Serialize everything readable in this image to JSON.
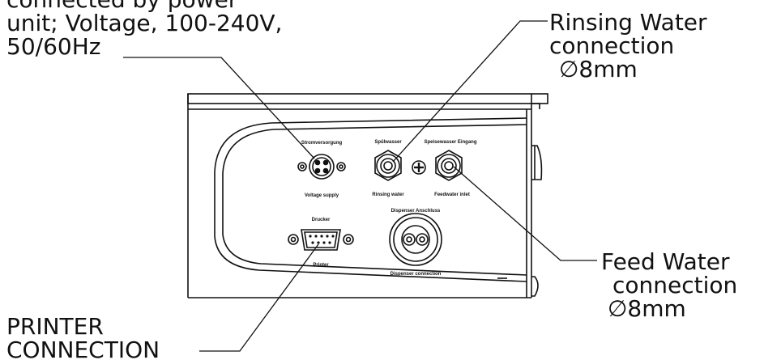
{
  "callouts": {
    "power": {
      "line1": "connected by power",
      "line2": "unit; Voltage, 100-240V,",
      "line3": "50/60Hz"
    },
    "rinsing": {
      "line1": "Rinsing Water",
      "line2": "connection",
      "line3": "∅8mm"
    },
    "feed": {
      "line1": "Feed Water",
      "line2": "connection",
      "line3": "∅8mm"
    },
    "printer": {
      "line1": "PRINTER",
      "line2": "CONNECTION"
    }
  },
  "panel_labels": {
    "power_top": "Stromversorgung",
    "power_bottom": "Voltage supply",
    "rinse_top": "Spülwasser",
    "rinse_bottom": "Rinsing water",
    "feed_top": "Speisewasser Eingang",
    "feed_bottom": "Feedwater inlet",
    "printer_top": "Drucker",
    "printer_bottom": "Printer",
    "dispenser_top": "Dispenser Anschluss",
    "dispenser_bottom": "Dispenser connection"
  },
  "colors": {
    "line": "#111111",
    "background": "#ffffff"
  }
}
